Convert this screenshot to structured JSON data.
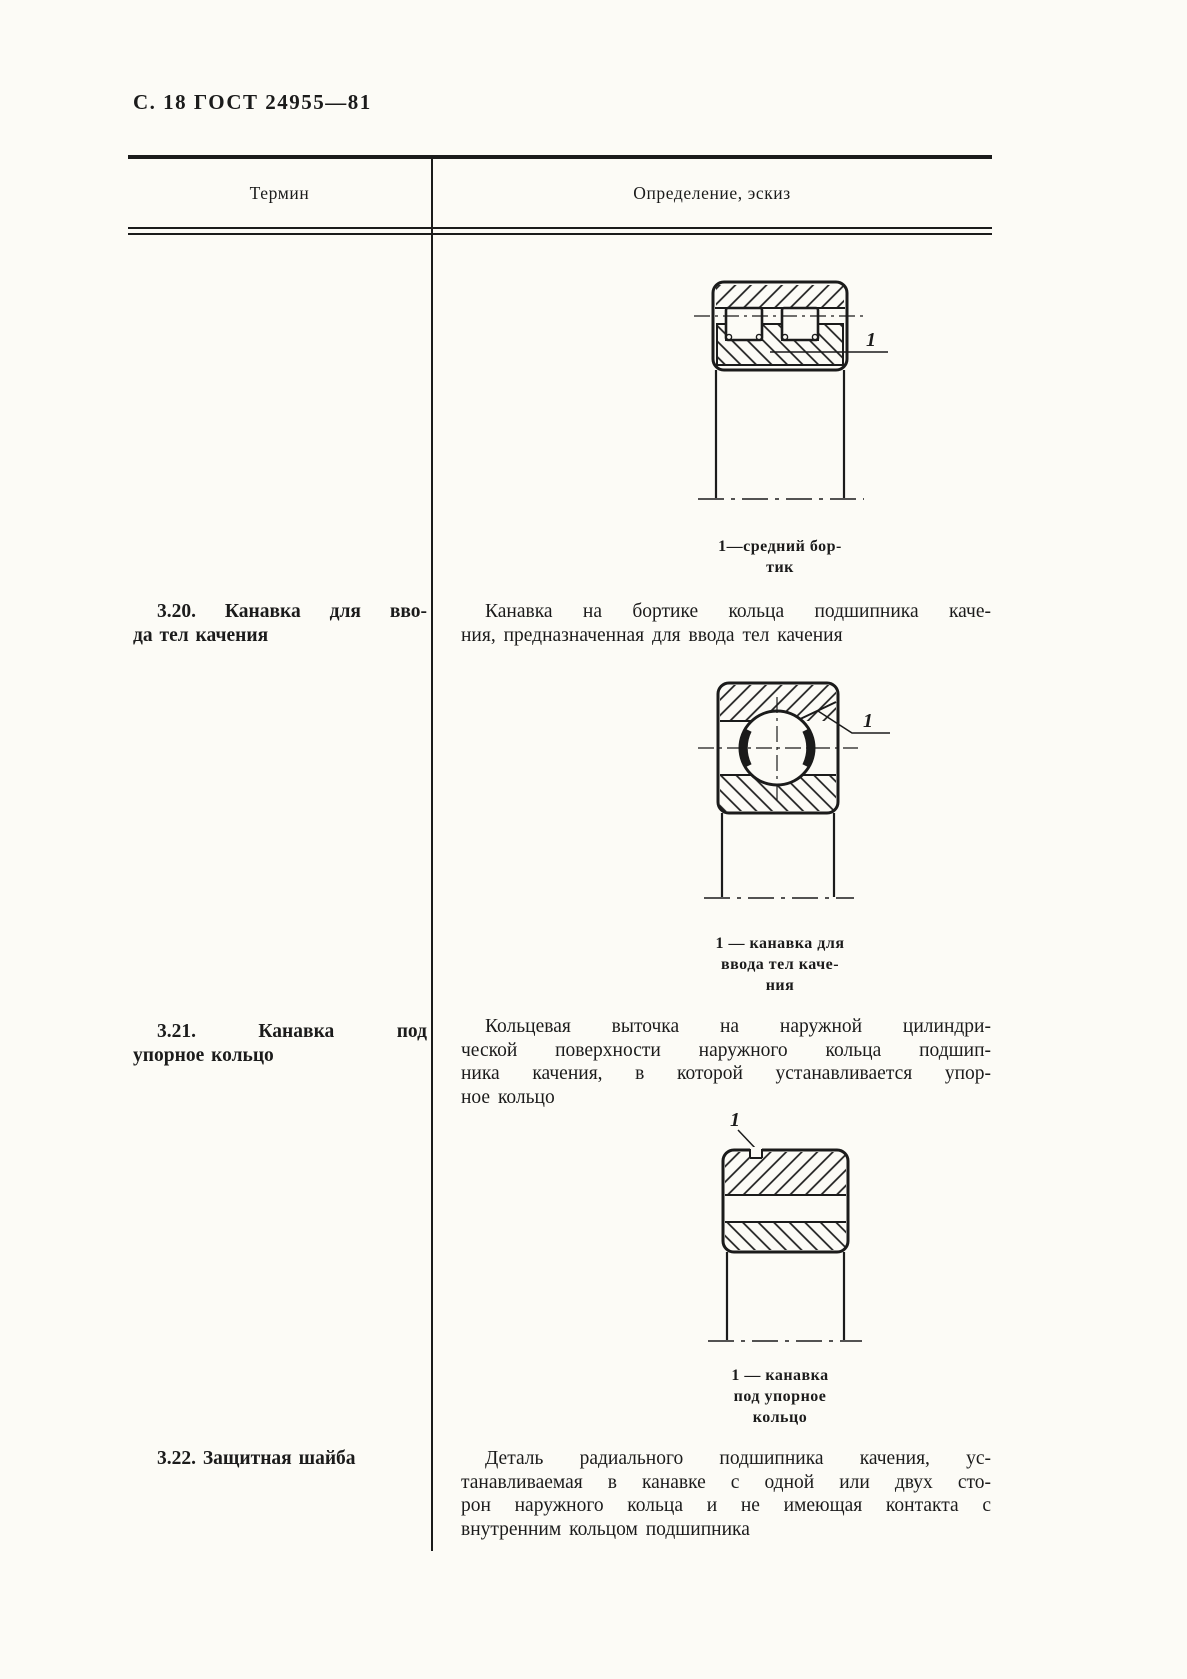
{
  "page": {
    "header": "С. 18 ГОСТ 24955—81"
  },
  "table": {
    "col_term": "Термин",
    "col_definition": "Определение, эскиз"
  },
  "figures": [
    {
      "callout": "1",
      "caption_lines": [
        "1—средний бор-",
        "тик"
      ]
    },
    {
      "callout": "1",
      "caption_lines": [
        "1 — канавка для",
        "ввода тел каче-",
        "ния"
      ]
    },
    {
      "callout": "1",
      "caption_lines": [
        "1 — канавка",
        "под упорное",
        "кольцо"
      ]
    }
  ],
  "entries": [
    {
      "term_lines": [
        "3.20. Канавка для вво-",
        "да тел качения"
      ],
      "definition_lines": [
        "Канавка на бортике кольца подшипника каче-",
        "ния, предназначенная для ввода тел качения"
      ]
    },
    {
      "term_lines": [
        "3.21. Канавка под",
        "упорное кольцо"
      ],
      "definition_lines": [
        "Кольцевая выточка на  наружной  цилиндри-",
        "ческой поверхности наружного кольца  подшип-",
        "ника качения, в которой устанавливается упор-",
        "ное кольцо"
      ]
    },
    {
      "term_lines": [
        "3.22. Защитная шайба"
      ],
      "definition_lines": [
        "Деталь радиального подшипника качения, ус-",
        "танавливаемая в канавке с одной или двух сто-",
        "рон наружного кольца и не имеющая контакта с",
        "внутренним кольцом подшипника"
      ]
    }
  ]
}
